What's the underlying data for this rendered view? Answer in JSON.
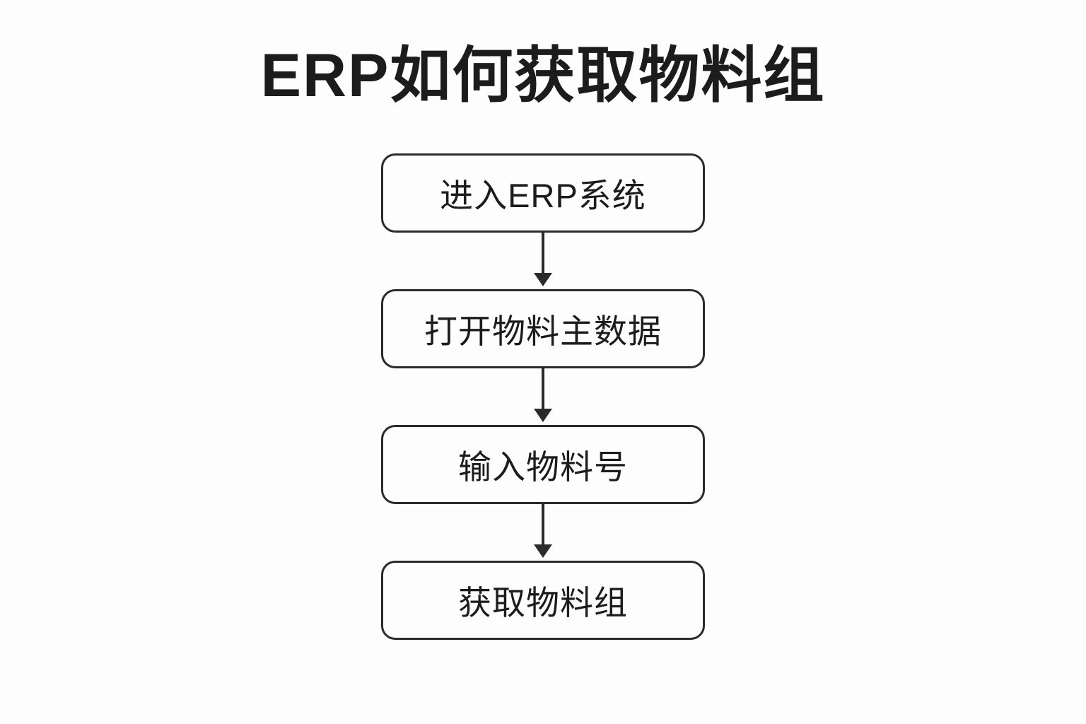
{
  "title": "ERP如何获取物料组",
  "steps": [
    {
      "label": "进入ERP系统"
    },
    {
      "label": "打开物料主数据"
    },
    {
      "label": "输入物料号"
    },
    {
      "label": "获取物料组"
    }
  ],
  "colors": {
    "background": "#fdfdfd",
    "stroke": "#2b2b2b",
    "text": "#1c1c1c"
  }
}
